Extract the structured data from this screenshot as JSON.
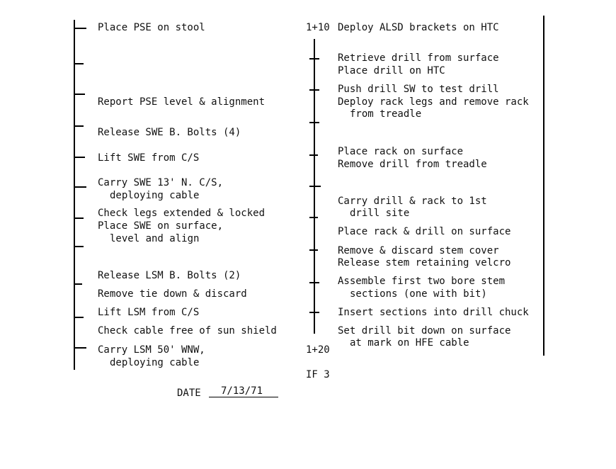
{
  "left_column": [
    "Place PSE on stool",
    "Report PSE level & alignment",
    "Release SWE B. Bolts (4)",
    "Lift SWE from C/S",
    "Carry SWE 13' N. C/S,",
    "deploying cable",
    "Check legs extended & locked",
    "Place SWE on surface,",
    "level and align",
    "Release LSM B. Bolts (2)",
    "Remove tie down & discard",
    "Lift LSM from C/S",
    "Check cable free of sun shield",
    "Carry LSM 50' WNW,",
    "deploying cable"
  ],
  "right_column": {
    "time_start": "1+10",
    "first": "Deploy ALSD brackets on HTC",
    "items": [
      "Retrieve drill from surface",
      "Place drill on HTC",
      "Push drill SW to test drill",
      "Deploy rack legs and remove rack",
      "from treadle",
      "Place rack on surface",
      "Remove drill from treadle",
      "Carry drill & rack to 1st",
      "drill site",
      "Place rack & drill on surface",
      "Remove & discard stem cover",
      "Release stem retaining velcro",
      "Assemble first two bore stem",
      "sections (one with bit)",
      "Insert sections into drill chuck",
      "Set drill bit down on surface",
      "at mark on HFE cable"
    ],
    "time_end": "1+20",
    "page_marker": "IF 3"
  },
  "date": {
    "label": "DATE",
    "value": "7/13/71"
  }
}
